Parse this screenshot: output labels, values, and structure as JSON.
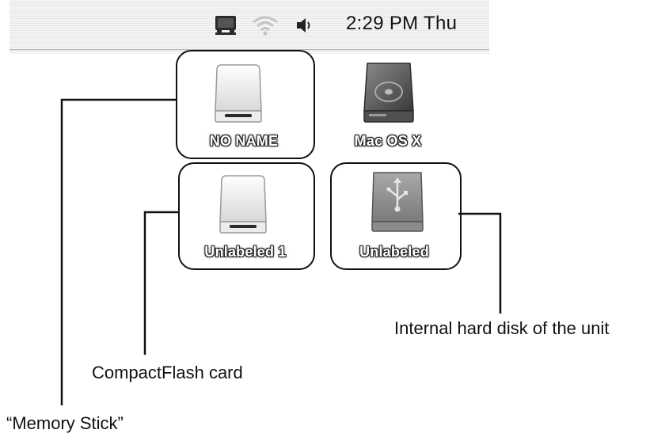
{
  "menubar": {
    "clock": "2:29 PM Thu",
    "icons": [
      "display-icon",
      "wifi-icon",
      "volume-icon"
    ]
  },
  "drives": {
    "no_name": {
      "label": "NO NAME",
      "icon": "removable-drive-icon"
    },
    "mac_os_x": {
      "label": "Mac OS X",
      "icon": "hard-disk-icon"
    },
    "unlabeled_1": {
      "label": "Unlabeled 1",
      "icon": "removable-drive-icon"
    },
    "unlabeled": {
      "label": "Unlabeled",
      "icon": "usb-drive-icon"
    }
  },
  "callouts": {
    "memory_stick": "“Memory Stick”",
    "compactflash": "CompactFlash card",
    "internal_disk": "Internal hard disk of the unit"
  }
}
